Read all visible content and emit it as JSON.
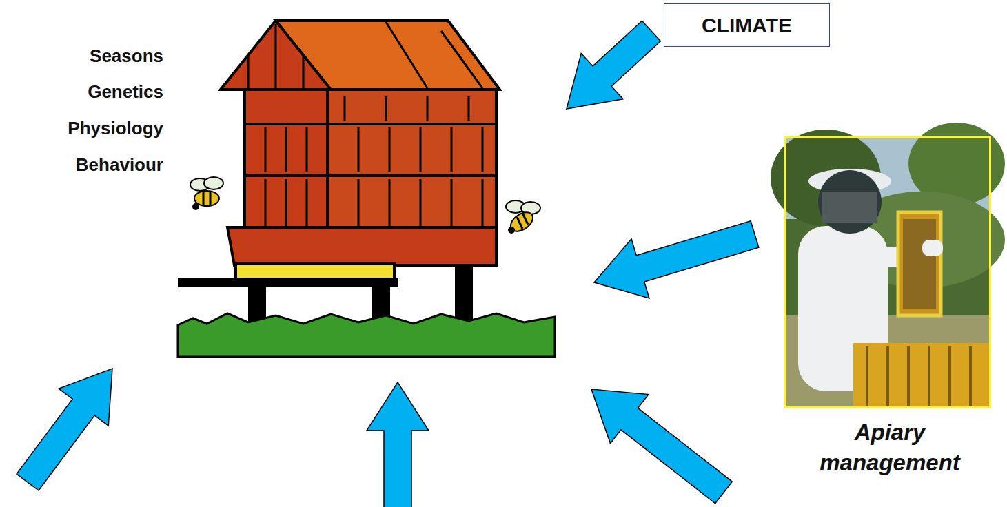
{
  "diagram": {
    "nodes": [
      {
        "text": [
          "CLIMATE"
        ]
      },
      {
        "text": [
          "Apiary management"
        ]
      }
    ],
    "labels": [
      "Seasons",
      "Genetics",
      "Physiology",
      "Behaviour"
    ]
  }
}
